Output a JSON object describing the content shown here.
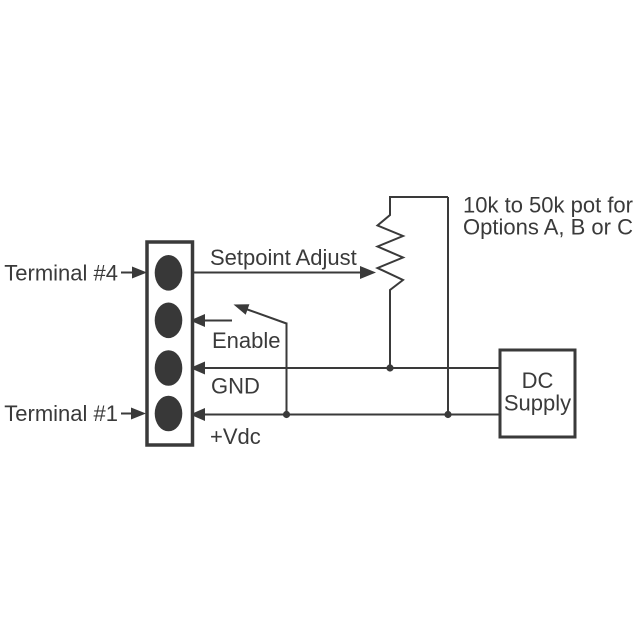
{
  "diagram_title": "terminal wiring schematic",
  "colors": {
    "ink": "#3a3a3a",
    "pad": "#383838",
    "background": "#ffffff"
  },
  "terminal_block": {
    "top_label": "Terminal #4",
    "bottom_label": "Terminal #1",
    "pin_count": 4
  },
  "signals": {
    "setpoint": "Setpoint Adjust",
    "enable": "Enable",
    "gnd": "GND",
    "vdc": "+Vdc"
  },
  "pot_note": {
    "line1": "10k to 50k pot for",
    "line2": "Options A, B or C"
  },
  "dc_supply": {
    "line1": "DC",
    "line2": "Supply"
  }
}
